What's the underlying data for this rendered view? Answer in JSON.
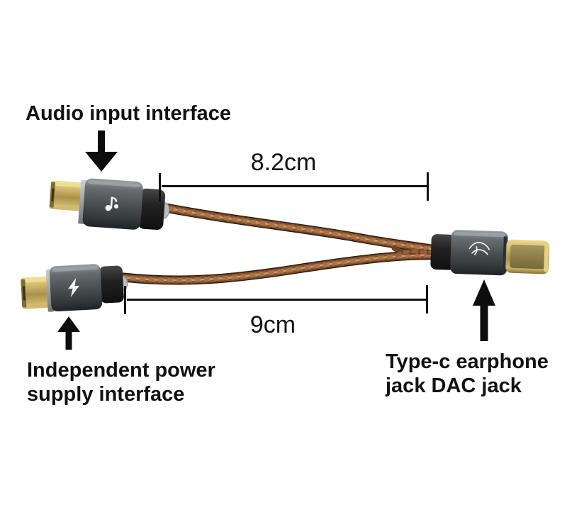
{
  "diagram": {
    "title_context": "USB Type-C DAC splitter cable dimension diagram",
    "labels": {
      "audio_input": "Audio input interface",
      "power_line1": "Independent power",
      "power_line2": "supply interface",
      "typec_line1": "Type-c earphone",
      "typec_line2": "jack DAC jack"
    },
    "measurements": {
      "top_length": "8.2cm",
      "bottom_length": "9cm"
    },
    "icons": {
      "audio_pointer": "down-arrow-icon",
      "power_pointer": "up-arrow-icon",
      "dac_pointer": "up-arrow-icon",
      "audio_connector_logo": "music-note-icon",
      "power_connector_logo": "lightning-bolt-icon",
      "dac_connector_logo": "brand-emblem-icon"
    },
    "colors": {
      "background": "#ffffff",
      "annotation_ink": "#111111",
      "cable_copper": "#8a5a33",
      "cable_copper_highlight": "#cf9a64",
      "connector_gold": "#c9b169",
      "connector_housing_gray": "#4b5053",
      "strain_relief_black": "#1d1d1d"
    }
  }
}
